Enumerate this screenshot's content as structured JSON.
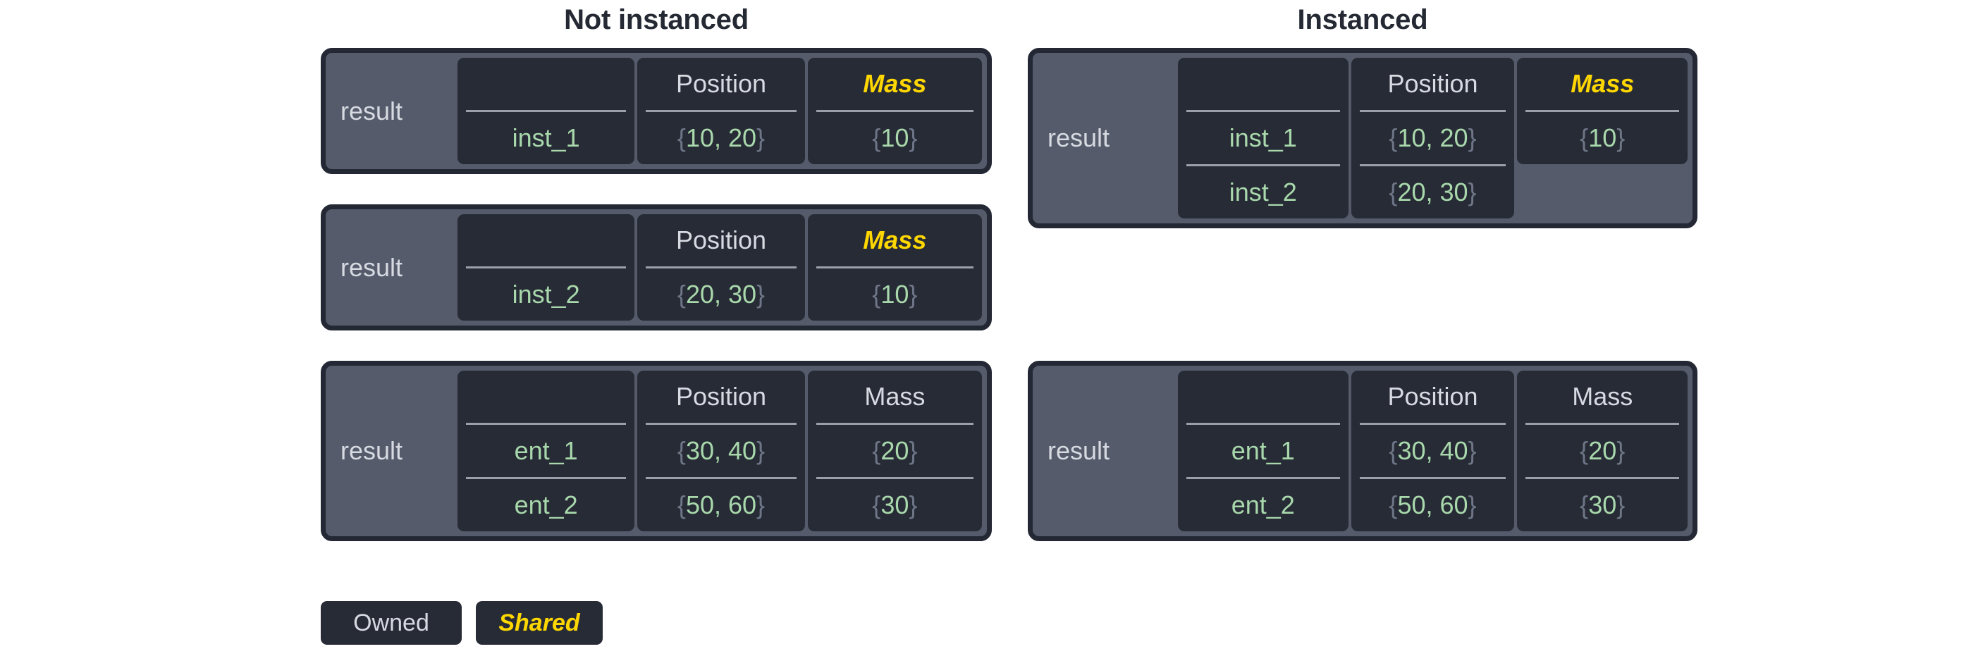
{
  "headings": {
    "left": "Not instanced",
    "right": "Instanced"
  },
  "labels": {
    "result": "result",
    "blank_header": "",
    "position_header": "Position",
    "mass_header": "Mass"
  },
  "legend": {
    "owned": "Owned",
    "shared": "Shared"
  },
  "colors": {
    "page_background": "#ffffff",
    "heading_text": "#242933",
    "container_fill": "#555b6b",
    "container_border": "#232834",
    "card_fill": "#272b36",
    "owned_text": "#d7dae1",
    "shared_text": "#ffd700",
    "value_text": "#a8d8ab",
    "brace_text": "#6e7687",
    "divider": "#9aa0ab"
  },
  "tables": {
    "not_instanced": [
      {
        "id": "ni-1",
        "result_label": "result",
        "columns": [
          {
            "header": "",
            "shared": false,
            "values": [
              "inst_1"
            ]
          },
          {
            "header": "Position",
            "shared": false,
            "values": [
              "{10, 20}"
            ]
          },
          {
            "header": "Mass",
            "shared": true,
            "values": [
              "{10}"
            ]
          }
        ]
      },
      {
        "id": "ni-2",
        "result_label": "result",
        "columns": [
          {
            "header": "",
            "shared": false,
            "values": [
              "inst_2"
            ]
          },
          {
            "header": "Position",
            "shared": false,
            "values": [
              "{20, 30}"
            ]
          },
          {
            "header": "Mass",
            "shared": true,
            "values": [
              "{10}"
            ]
          }
        ]
      },
      {
        "id": "ni-3",
        "result_label": "result",
        "columns": [
          {
            "header": "",
            "shared": false,
            "values": [
              "ent_1",
              "ent_2"
            ]
          },
          {
            "header": "Position",
            "shared": false,
            "values": [
              "{30, 40}",
              "{50, 60}"
            ]
          },
          {
            "header": "Mass",
            "shared": false,
            "values": [
              "{20}",
              "{30}"
            ]
          }
        ]
      }
    ],
    "instanced": [
      {
        "id": "in-1",
        "result_label": "result",
        "columns": [
          {
            "header": "",
            "shared": false,
            "values": [
              "inst_1",
              "inst_2"
            ]
          },
          {
            "header": "Position",
            "shared": false,
            "values": [
              "{10, 20}",
              "{20, 30}"
            ]
          },
          {
            "header": "Mass",
            "shared": true,
            "short": true,
            "values": [
              "{10}"
            ]
          }
        ]
      },
      {
        "id": "in-2",
        "result_label": "result",
        "columns": [
          {
            "header": "",
            "shared": false,
            "values": [
              "ent_1",
              "ent_2"
            ]
          },
          {
            "header": "Position",
            "shared": false,
            "values": [
              "{30, 40}",
              "{50, 60}"
            ]
          },
          {
            "header": "Mass",
            "shared": false,
            "values": [
              "{20}",
              "{30}"
            ]
          }
        ]
      }
    ]
  }
}
